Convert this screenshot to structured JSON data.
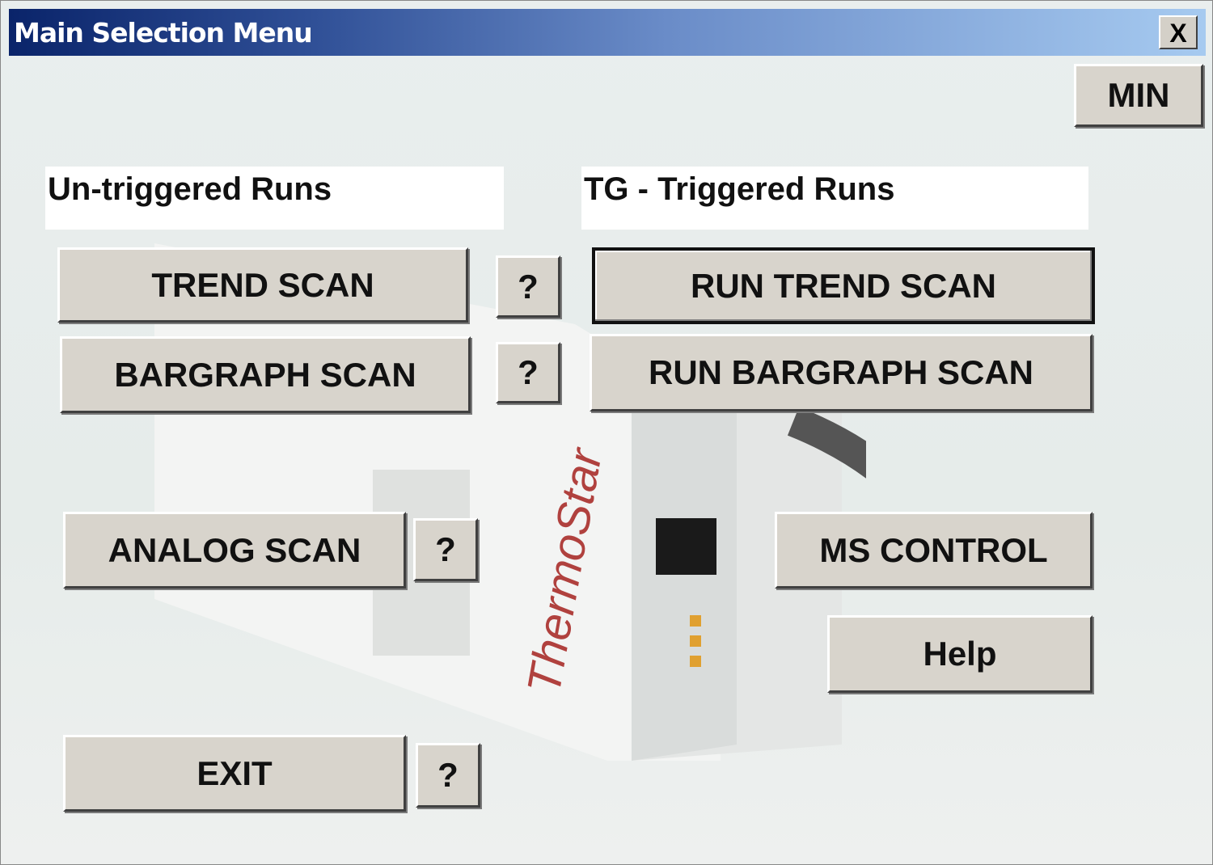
{
  "window": {
    "title": "Main Selection Menu",
    "close_label": "X",
    "min_label": "MIN"
  },
  "background": {
    "logo_text": "ThermoStar"
  },
  "sections": {
    "untriggered": "Un-triggered Runs",
    "triggered": "TG - Triggered Runs"
  },
  "buttons": {
    "trend_scan": "TREND SCAN",
    "bargraph_scan": "BARGRAPH SCAN",
    "analog_scan": "ANALOG SCAN",
    "exit": "EXIT",
    "run_trend_scan": "RUN TREND SCAN",
    "run_bargraph_scan": "RUN BARGRAPH SCAN",
    "ms_control": "MS CONTROL",
    "help": "Help",
    "question": "?"
  },
  "colors": {
    "titlebar_start": "#0a246a",
    "titlebar_end": "#a6caf0",
    "button_face": "#d8d4cc",
    "logo": "#b0413e"
  }
}
